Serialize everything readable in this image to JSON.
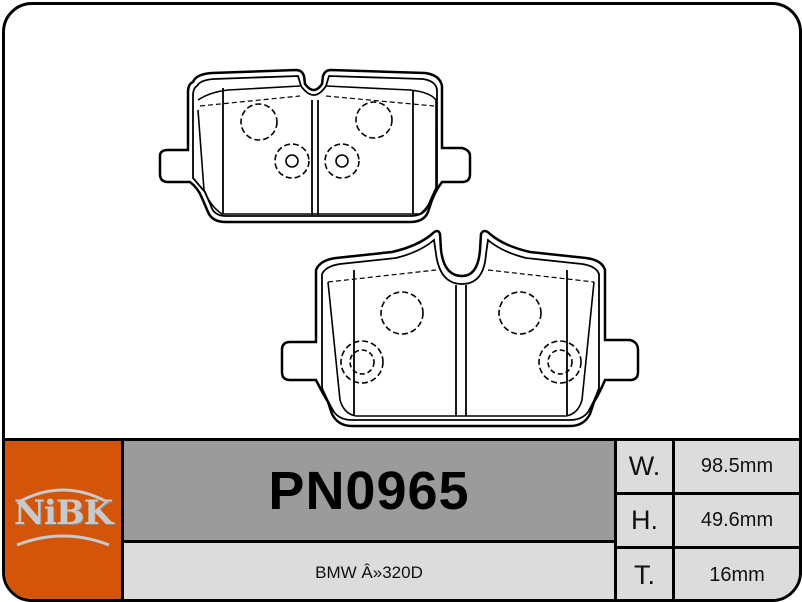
{
  "brand": {
    "logo_text": "NiBK",
    "accent_color": "#d35509"
  },
  "product": {
    "part_number": "PN0965",
    "vehicle": "BMW Â»320D"
  },
  "specs": [
    {
      "label": "W.",
      "value": "98.5mm"
    },
    {
      "label": "H.",
      "value": "49.6mm"
    },
    {
      "label": "T.",
      "value": "16mm"
    }
  ],
  "drawing": {
    "description": "brake-pad-technical-drawing",
    "pads": [
      "top-pad",
      "bottom-pad"
    ]
  },
  "colors": {
    "part_cell_bg": "#9b9b9b",
    "light_cell_bg": "#dcdcdc",
    "border": "#000000"
  }
}
